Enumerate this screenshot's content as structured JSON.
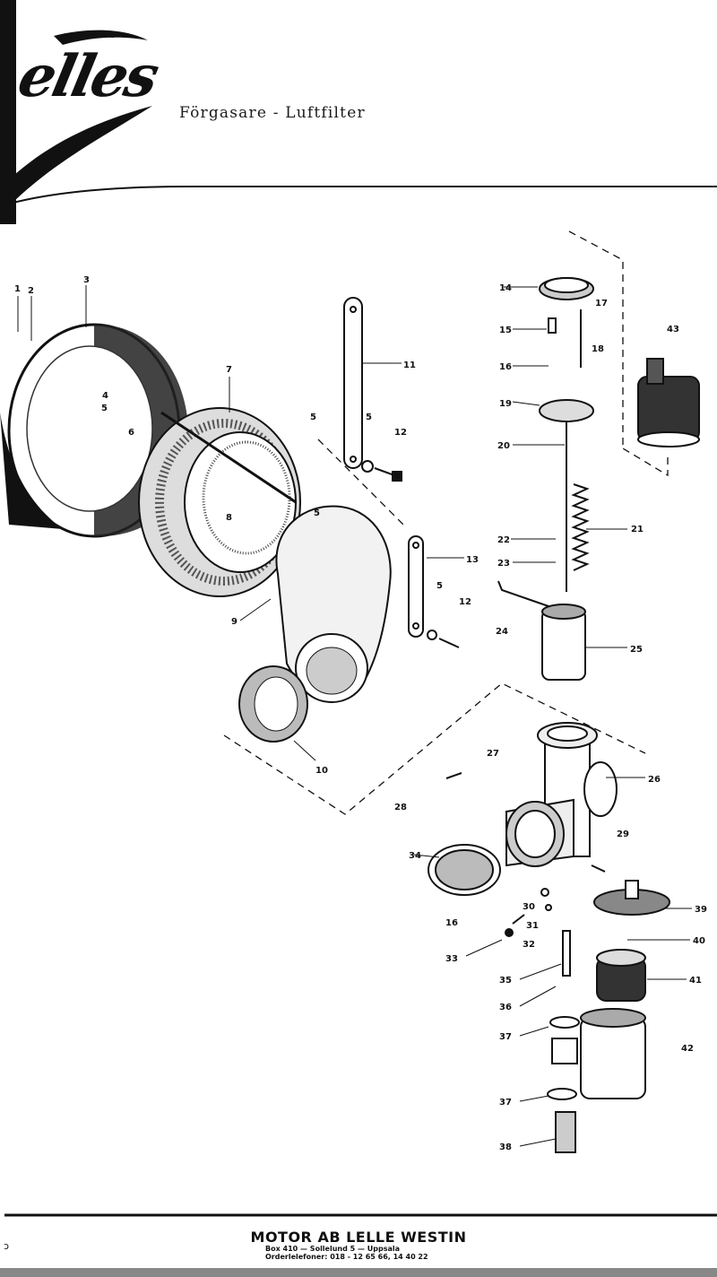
{
  "header": {
    "logo_text": "elles",
    "title": "Förgasare - Luftfilter"
  },
  "labels": {
    "l1": "1",
    "l2": "2",
    "l3": "3",
    "l4": "4",
    "l5a": "5",
    "l6": "6",
    "l7": "7",
    "l8": "8",
    "l9": "9",
    "l10": "10",
    "l11": "11",
    "l5b": "5",
    "l5c": "5",
    "l12a": "12",
    "l5d": "5",
    "l13": "13",
    "l5e": "5",
    "l12b": "12",
    "l14": "14",
    "l15": "15",
    "l16a": "16",
    "l17": "17",
    "l18": "18",
    "l19": "19",
    "l20": "20",
    "l21": "21",
    "l22": "22",
    "l23": "23",
    "l24": "24",
    "l25": "25",
    "l43": "43",
    "l26": "26",
    "l27": "27",
    "l28": "28",
    "l29": "29",
    "l30": "30",
    "l31": "31",
    "l32": "32",
    "l33": "33",
    "l16b": "16",
    "l34": "34",
    "l35": "35",
    "l36": "36",
    "l37a": "37",
    "l37b": "37",
    "l38": "38",
    "l39": "39",
    "l40": "40",
    "l41": "41",
    "l42": "42"
  },
  "footer": {
    "company": "MOTOR AB LELLE WESTIN",
    "address_line1": "Box 410 — Sollelund 5 — Uppsala",
    "address_line2": "Orderlelefoner: 018 - 12 65 66, 14 40 22",
    "corner_mark": "ɔ"
  }
}
